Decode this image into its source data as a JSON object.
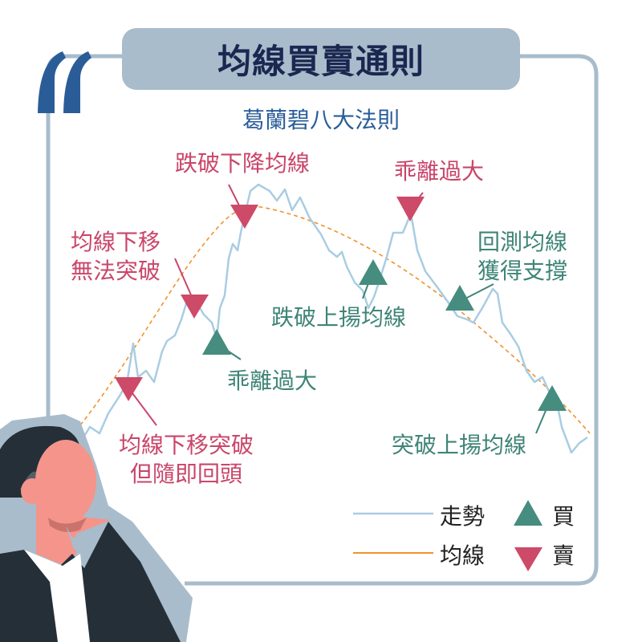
{
  "title": "均線買賣通則",
  "subtitle": "葛蘭碧八大法則",
  "colors": {
    "frame": "#a9bccb",
    "quote": "#2a5d98",
    "sell": "#c9466a",
    "buy": "#468c7f",
    "trend": "#a9cde2",
    "ma": "#f0922e"
  },
  "annotations": {
    "sell_1": "跌破下降均線",
    "sell_2": "乖離過大",
    "sell_3_line1": "均線下移",
    "sell_3_line2": "無法突破",
    "sell_4_line1": "均線下移突破",
    "sell_4_line2": "但隨即回頭",
    "buy_1": "跌破上揚均線",
    "buy_2": "乖離過大",
    "buy_3_line1": "回測均線",
    "buy_3_line2": "獲得支撐",
    "buy_4": "突破上揚均線"
  },
  "legend": {
    "trend": "走勢",
    "ma": "均線",
    "buy": "買",
    "sell": "賣"
  }
}
